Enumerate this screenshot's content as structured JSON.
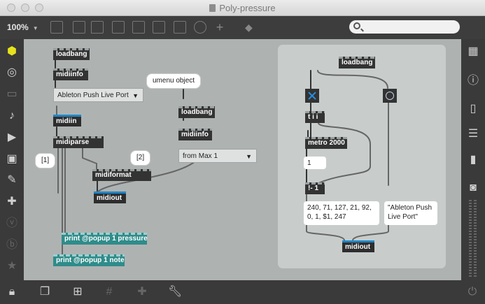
{
  "window": {
    "title": "Poly-pressure"
  },
  "toolbar": {
    "zoom": "100%",
    "search_placeholder": ""
  },
  "patch": {
    "left": {
      "loadbang": "loadbang",
      "midiinfo": "midiinfo",
      "umenu_port": "Ableton Push Live Port",
      "midiin": "midiin",
      "midiparse": "midiparse",
      "midiformat": "midiformat",
      "midiout": "midiout",
      "print_pressure": "print @popup 1 pressure",
      "print_note": "print @popup 1 note",
      "loadbang2": "loadbang",
      "midiinfo2": "midiinfo",
      "umenu_out": "from Max 1"
    },
    "comments": {
      "umenu": "umenu object",
      "c1": "[1]",
      "c2": "[2]"
    },
    "sub": {
      "loadbang": "loadbang",
      "tii": "t i i",
      "metro": "metro 2000",
      "num": "1",
      "rminus": "!- 1",
      "msg_list": "240, 71, 127, 21, 92, 0, 1, $1, 247",
      "msg_port": "\"Ableton Push Live Port\"",
      "midiout": "midiout"
    }
  }
}
